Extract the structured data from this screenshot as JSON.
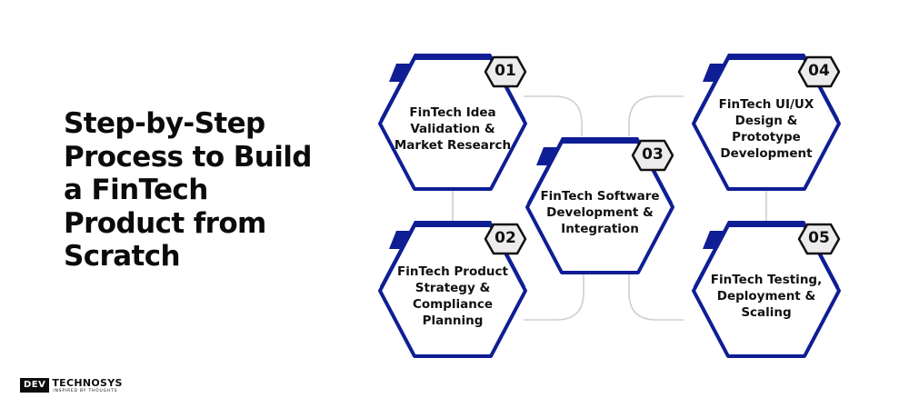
{
  "title_lines": [
    "Step-by-Step",
    "Process to Build",
    "a FinTech",
    "Product from",
    "Scratch"
  ],
  "steps": [
    {
      "number": "01",
      "lines": [
        "FinTech Idea",
        "Validation &",
        "Market Research"
      ]
    },
    {
      "number": "02",
      "lines": [
        "FinTech Product",
        "Strategy &",
        "Compliance",
        "Planning"
      ]
    },
    {
      "number": "03",
      "lines": [
        "FinTech Software",
        "Development &",
        "Integration"
      ]
    },
    {
      "number": "04",
      "lines": [
        "FinTech UI/UX",
        "Design &",
        "Prototype",
        "Development"
      ]
    },
    {
      "number": "05",
      "lines": [
        "FinTech Testing,",
        "Deployment &",
        "Scaling"
      ]
    }
  ],
  "logo": {
    "dev": "DEV",
    "tech": "TECHNOSYS",
    "tagline": "INSPIRED BY THOUGHTS"
  },
  "colors": {
    "navy": "#0f1e94",
    "connector": "#cfcfcf",
    "badge_fill": "#ececec",
    "text": "#111111"
  }
}
